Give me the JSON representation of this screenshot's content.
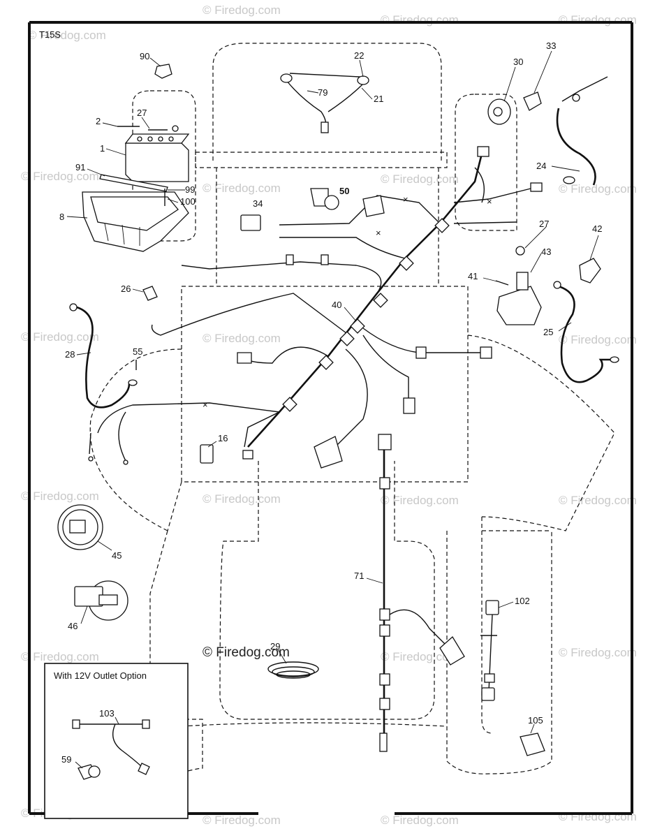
{
  "diagram": {
    "page_code": "T15S",
    "inset_title": "With 12V Outlet Option",
    "watermark": "© Firedog.com",
    "watermark_center": "© Firedog.com",
    "callouts": {
      "p90": "90",
      "p27a": "27",
      "p2": "2",
      "p1": "1",
      "p91": "91",
      "p99": "99",
      "p100": "100",
      "p8": "8",
      "p22": "22",
      "p79": "79",
      "p21": "21",
      "p30": "30",
      "p33": "33",
      "p24": "24",
      "p50": "50",
      "p34": "34",
      "p27b": "27",
      "p42": "42",
      "p43": "43",
      "p41": "41",
      "p26": "26",
      "p40": "40",
      "p25": "25",
      "p28": "28",
      "p55": "55",
      "p16": "16",
      "p45": "45",
      "p46": "46",
      "p71": "71",
      "p102": "102",
      "p29": "29",
      "p103": "103",
      "p59": "59",
      "p105": "105"
    }
  }
}
